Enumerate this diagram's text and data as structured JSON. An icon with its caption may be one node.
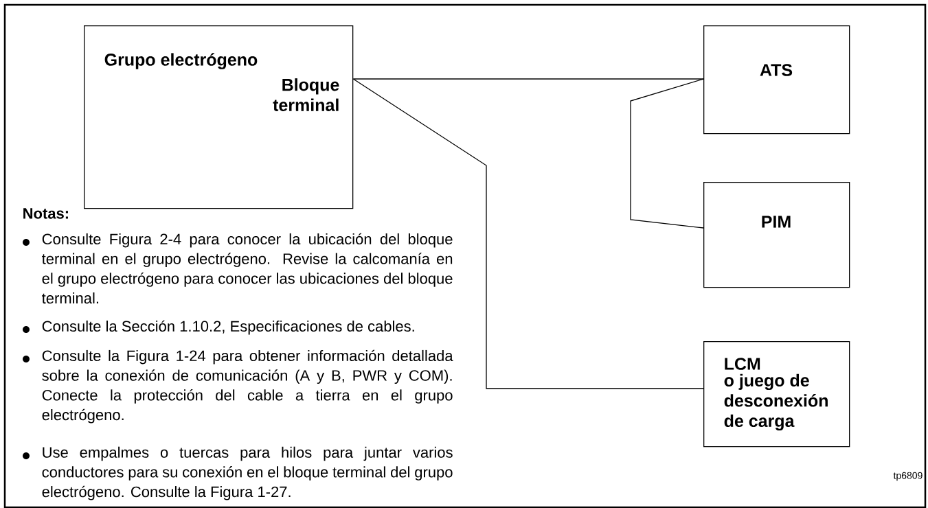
{
  "diagram": {
    "nodes": [
      {
        "text": [
          "Grupo electrógeno",
          "Bloque terminal"
        ]
      },
      {
        "text": [
          "ATS"
        ]
      },
      {
        "text": [
          "PIM"
        ]
      },
      {
        "text": [
          "LCM",
          "o juego de desconexión de carga"
        ]
      }
    ],
    "edges": [
      {
        "from": 0,
        "to": 1,
        "arrow": "none"
      },
      {
        "from": 1,
        "to": 2,
        "arrow": "none"
      },
      {
        "from": 0,
        "to": 3,
        "arrow": "none"
      }
    ],
    "labels": [
      "Notas:",
      "Consulte Figura 2-4 para conocer la ubicación del bloque terminal en el grupo electrógeno. Revise la calcomanía en el grupo electrógeno para conocer las ubicaciones del bloque terminal.",
      "Consulte la Sección 1.10.2, Especificaciones de cables.",
      "Consulte la Figura 1-24 para obtener información detallada sobre la conexión de comunicación (A y B, PWR y COM). Conecte la protección del cable a tierra en el grupo electrógeno.",
      "Use empalmes o tuercas para hilos para juntar varios conductores para su conexión en el bloque terminal del grupo electrógeno. Consulte la Figura 1-27.",
      "tp6809"
    ]
  }
}
